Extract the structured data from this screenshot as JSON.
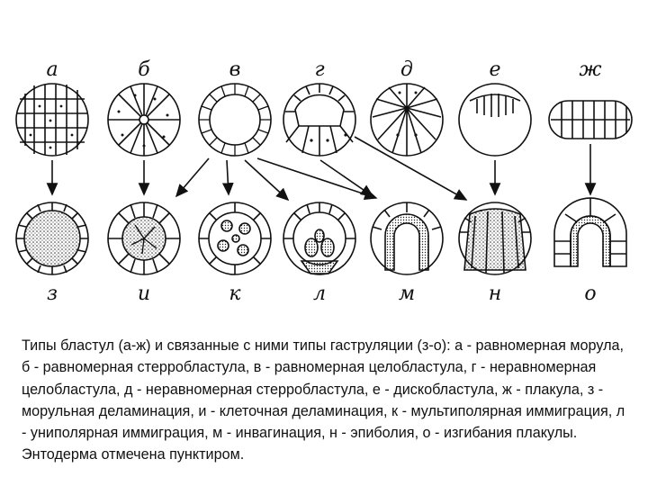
{
  "top_labels": [
    "а",
    "б",
    "в",
    "г",
    "д",
    "е",
    "ж"
  ],
  "bottom_labels": [
    "з",
    "и",
    "к",
    "л",
    "м",
    "н",
    "о"
  ],
  "caption": "Типы бластул (а-ж) и связанные с ними типы гаструляции (з-о): а - равномерная морула, б - равномерная стерробластула, в - равномерная целобластула, г - неравномерная целобластула, д - неравномерная стерробластула, е - дискобластула, ж - плакула, з - морульная деламинация, и - клеточная деламинация, к - мультиполярная иммиграция, л - униполярная иммиграция, м - инвагинация, н - эпиболия, о - изгибания плакулы. Энтодерма отмечена пунктиром.",
  "colors": {
    "ink": "#111111",
    "paper": "#ffffff",
    "stipple": "#555555"
  }
}
